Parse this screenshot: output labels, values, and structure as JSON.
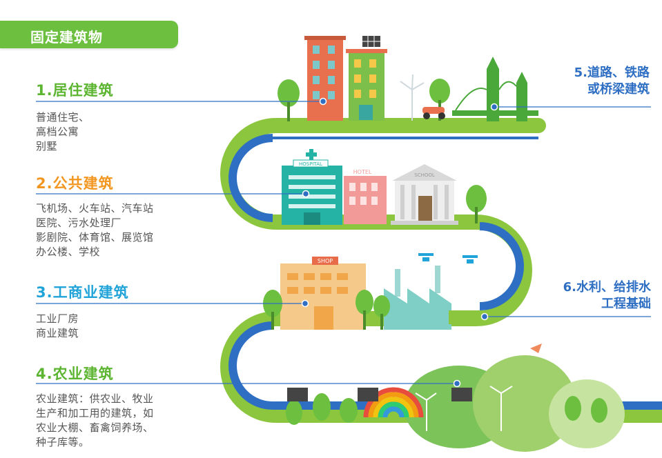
{
  "header": {
    "title": "固定建筑物"
  },
  "colors": {
    "green": "#5cb531",
    "blue": "#2f6fc3",
    "orange": "#f29620",
    "cyan": "#1fa3d8",
    "road_green": "#8cc63f",
    "road_blue": "#2f6fc3"
  },
  "categories": [
    {
      "title": "1.居住建筑",
      "color": "#5cb531",
      "lines": [
        "普通住宅、",
        "高档公寓",
        "别墅"
      ]
    },
    {
      "title": "2.公共建筑",
      "color": "#f29620",
      "lines": [
        "飞机场、火车站、汽车站",
        "医院、污水处理厂",
        "影剧院、体育馆、展览馆",
        "办公楼、学校"
      ]
    },
    {
      "title": "3.工商业建筑",
      "color": "#1fa3d8",
      "lines": [
        "工业厂房",
        "商业建筑"
      ]
    },
    {
      "title": "4.农业建筑",
      "color": "#5cb531",
      "lines": [
        "农业建筑：供农业、牧业",
        "生产和加工用的建筑，如",
        "农业大棚、畜禽饲养场、",
        "种子库等。"
      ]
    }
  ],
  "right_labels": [
    {
      "lines": [
        "5.道路、铁路",
        "或桥梁建筑"
      ]
    },
    {
      "lines": [
        "6.水利、给排水",
        "工程基础"
      ]
    }
  ],
  "signs": {
    "hospital": "HOSPITAL",
    "hotel": "HOTEL",
    "school": "SCHOOL",
    "shop": "SHOP"
  }
}
